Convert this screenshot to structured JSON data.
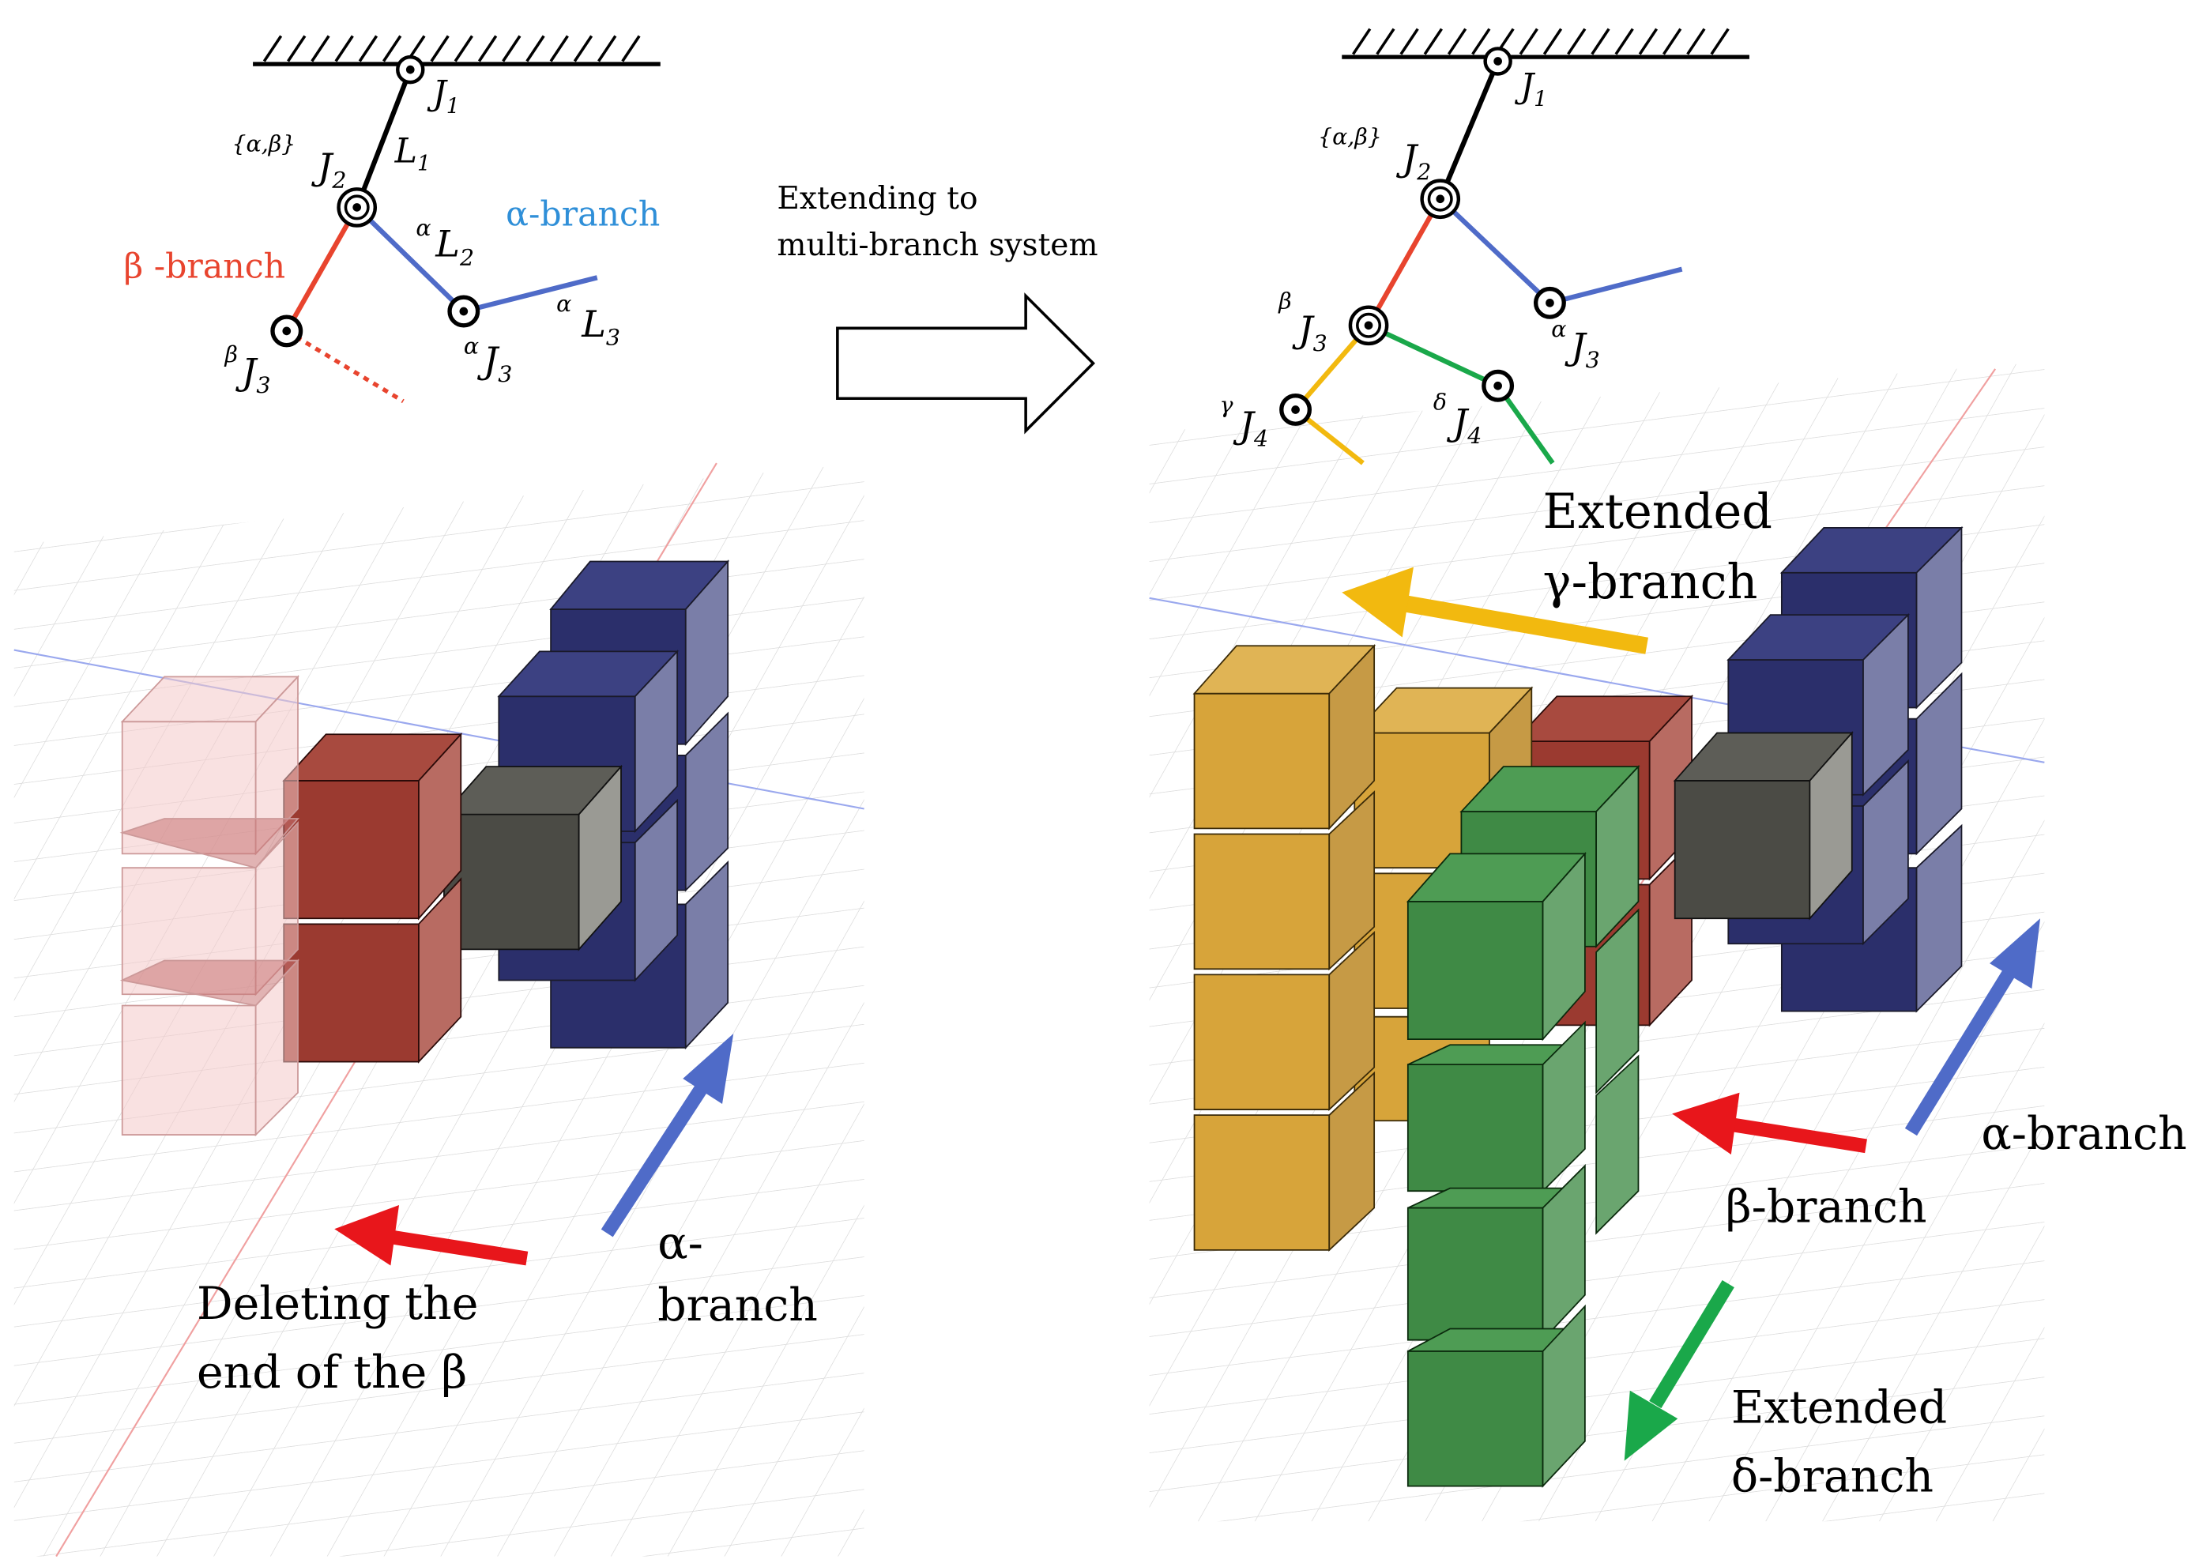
{
  "left_panel": {
    "joints": {
      "j1": "J",
      "j1_sub": "1",
      "j2_pre": "{α,β}",
      "j2": "J",
      "j2_sub": "2",
      "l1": "L",
      "l1_sub": "1",
      "l2_pre": "α",
      "l2": "L",
      "l2_sub": "2",
      "j3a_pre": "α",
      "j3a": "J",
      "j3a_sub": "3",
      "l3_pre": "α",
      "l3": "L",
      "l3_sub": "3",
      "j3b_pre": "β",
      "j3b": "J",
      "j3b_sub": "3"
    },
    "beta_branch_label": "β -branch",
    "alpha_branch_label": "α-branch",
    "delete_label_line1": "Deleting the",
    "delete_label_line2": "end of the β",
    "alpha_label_line1": "α-",
    "alpha_label_line2": "branch"
  },
  "transition": {
    "line1": "Extending to",
    "line2": "multi-branch system"
  },
  "right_panel": {
    "joints": {
      "j1": "J",
      "j1_sub": "1",
      "j2_pre": "{α,β}",
      "j2": "J",
      "j2_sub": "2",
      "j3a_pre": "α",
      "j3a": "J",
      "j3a_sub": "3",
      "j3b_pre": "β",
      "j3b": "J",
      "j3b_sub": "3",
      "j4g_pre": "γ",
      "j4g": "J",
      "j4g_sub": "4",
      "j4d_pre": "δ",
      "j4d": "J",
      "j4d_sub": "4"
    },
    "gamma_label_line1": "Extended",
    "gamma_label_line2": "γ-branch",
    "alpha_label": "α-branch",
    "beta_label": "β-branch",
    "delta_label_line1": "Extended",
    "delta_label_line2": "δ-branch"
  },
  "colors": {
    "alpha": "#4f6bc8",
    "beta": "#e8442e",
    "gamma": "#f2b90f",
    "delta": "#1aa84a",
    "alpha_text": "#2f8fd8",
    "cube_red": "#9b3a30",
    "cube_navy": "#2b2f6b",
    "cube_gold": "#d7a43a",
    "cube_green": "#3f8a45",
    "cube_gray": "#4b4b45"
  }
}
